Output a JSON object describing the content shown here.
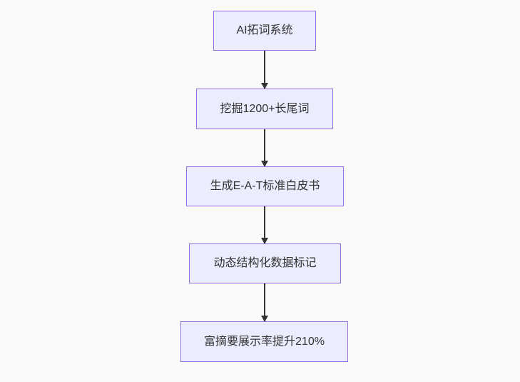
{
  "diagram": {
    "type": "flowchart",
    "direction": "top-down",
    "nodes": [
      {
        "id": "n1",
        "label": "AI拓词系统"
      },
      {
        "id": "n2",
        "label": "挖掘1200+长尾词"
      },
      {
        "id": "n3",
        "label": "生成E-A-T标准白皮书"
      },
      {
        "id": "n4",
        "label": "动态结构化数据标记"
      },
      {
        "id": "n5",
        "label": "富摘要展示率提升210%"
      }
    ],
    "edges": [
      {
        "from": "n1",
        "to": "n2",
        "style": "arrow-down"
      },
      {
        "from": "n2",
        "to": "n3",
        "style": "arrow-down"
      },
      {
        "from": "n3",
        "to": "n4",
        "style": "arrow-down"
      },
      {
        "from": "n4",
        "to": "n5",
        "style": "arrow-down"
      }
    ],
    "colors": {
      "canvas_bg": "#fafafa",
      "node_fill": "#ECECFF",
      "node_border": "#9370DB",
      "edge_color": "#333333",
      "text_color": "#333333"
    }
  }
}
